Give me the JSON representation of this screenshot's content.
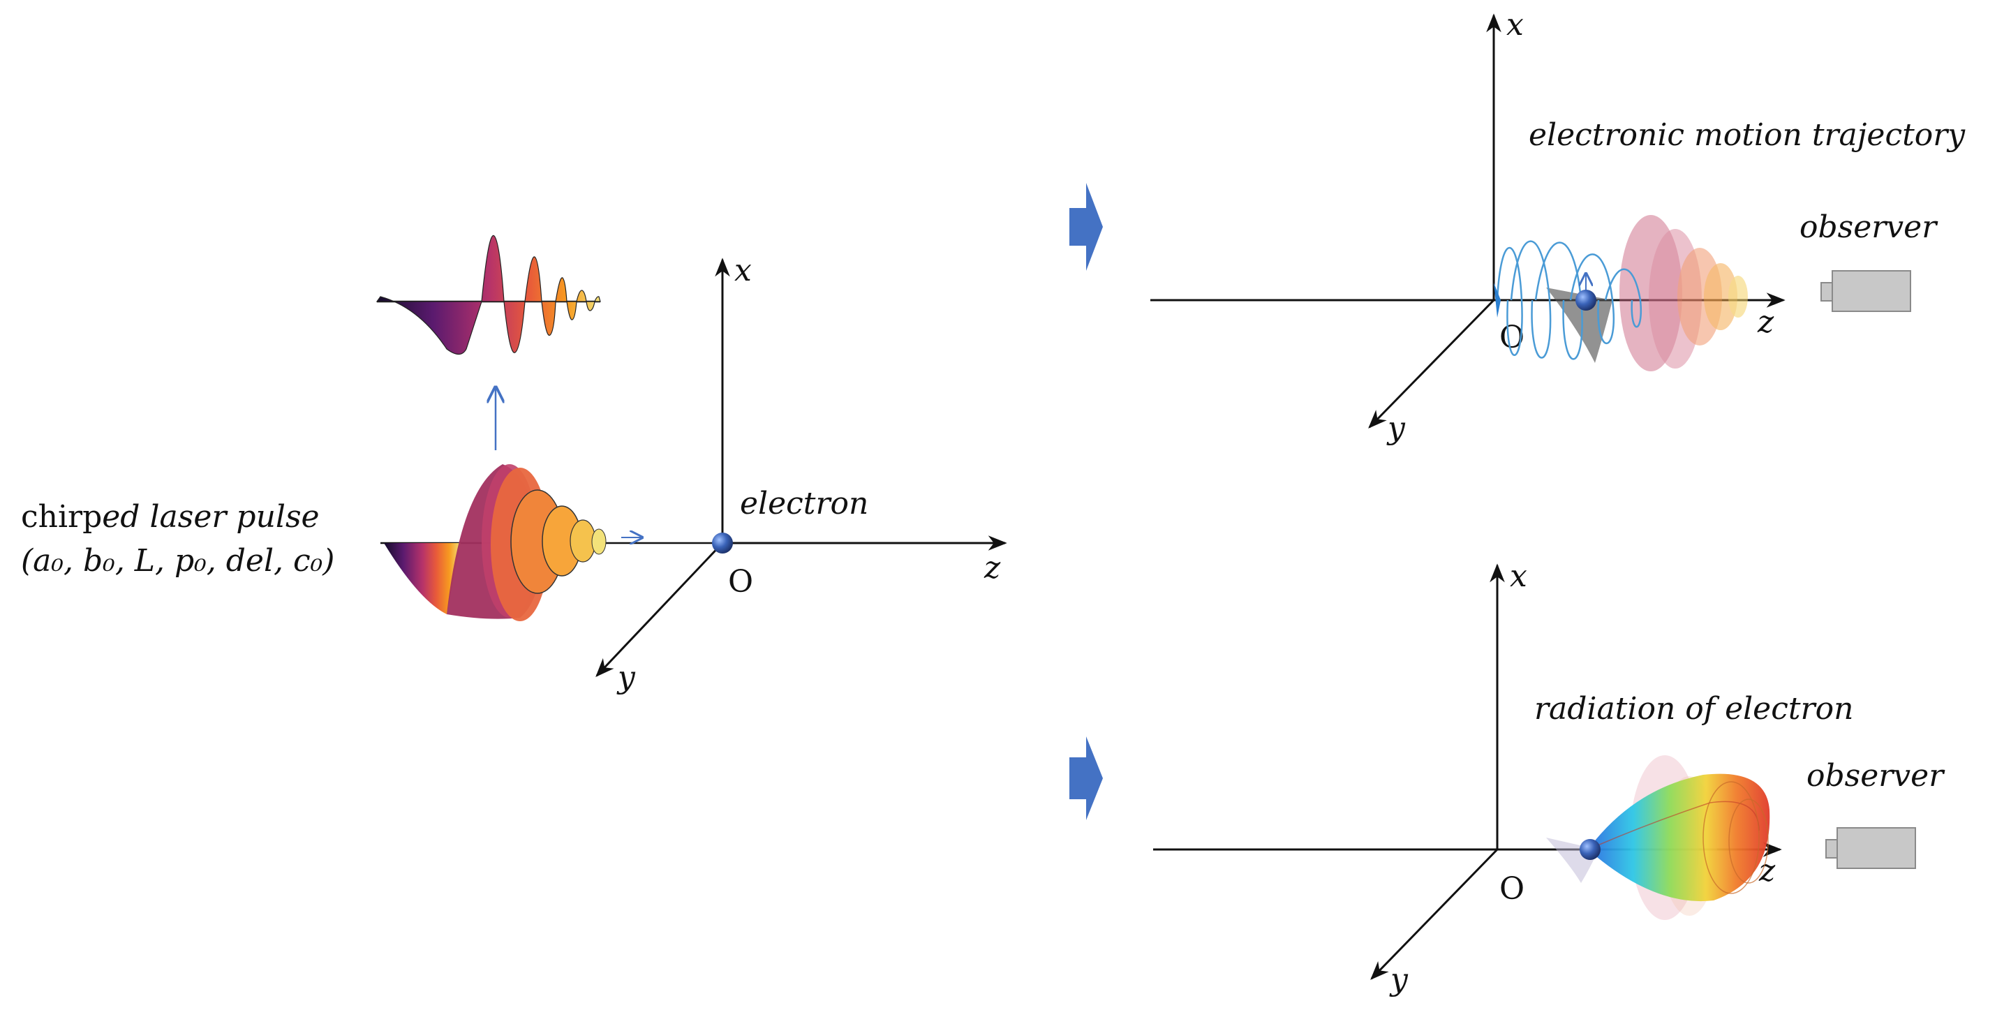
{
  "panel_left": {
    "label_line1_upright": "chirp",
    "label_line1_italic": "ed laser pulse",
    "label_line2": "(a₀, b₀, L, p₀, del, c₀)",
    "electron_label": "electron",
    "axes": {
      "x": "x",
      "y": "y",
      "z": "z",
      "origin": "O"
    }
  },
  "panel_top_right": {
    "title": "electronic motion trajectory",
    "observer": "observer",
    "axes": {
      "x": "x",
      "y": "y",
      "z": "z",
      "origin": "O"
    }
  },
  "panel_bottom_right": {
    "title": "radiation of electron",
    "observer": "observer",
    "axes": {
      "x": "x",
      "y": "y",
      "z": "z",
      "origin": "O"
    }
  },
  "colors": {
    "arrow_blue": "#4472c4",
    "electron": "#2f55a4",
    "trajectory": "#4a9bd6",
    "camera": "#c8c8c8",
    "pulse_gradient": [
      "#140c2a",
      "#5a1a6e",
      "#b5326a",
      "#e85a3a",
      "#f79a20",
      "#f3e27a"
    ],
    "radiation_gradient": [
      "#2a6be0",
      "#2ec7e6",
      "#8fdc5a",
      "#f2d23a",
      "#f07a2a",
      "#e03a2a"
    ]
  }
}
